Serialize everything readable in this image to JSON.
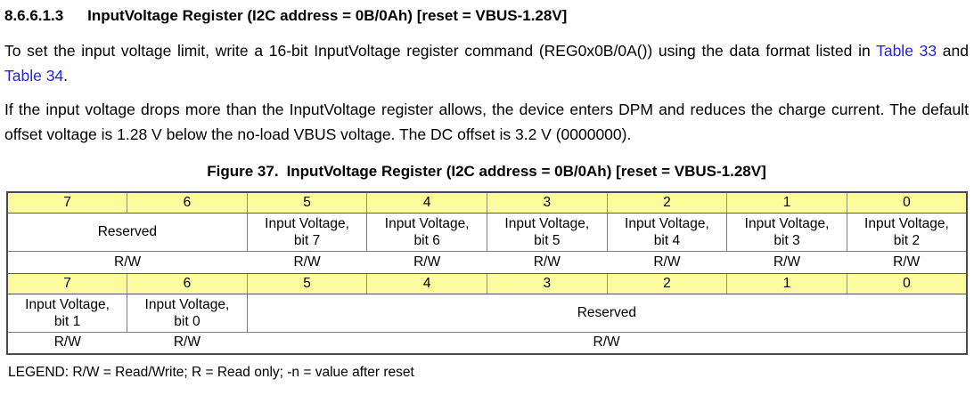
{
  "heading": {
    "number": "8.6.6.1.3",
    "title": "InputVoltage Register (I2C address = 0B/0Ah) [reset = VBUS-1.28V]"
  },
  "paragraph1": {
    "text_before": "To set the input voltage limit, write a 16-bit InputVoltage register command (REG0x0B/0A()) using the data format listed in ",
    "link1": "Table 33",
    "text_between": " and ",
    "link2": "Table 34",
    "text_after": "."
  },
  "paragraph2": "If the input voltage drops more than the InputVoltage register allows, the device enters DPM and reduces the charge current. The default offset voltage is 1.28 V below the no-load VBUS voltage. The DC offset is 3.2 V (0000000).",
  "figure": {
    "number": "Figure 37.",
    "title": "InputVoltage Register (I2C address = 0B/0Ah) [reset = VBUS-1.28V]"
  },
  "register_table": {
    "colors": {
      "header_bg": "#FCFC9F",
      "border": "#7D7D7D",
      "link": "#2222EE"
    },
    "bytes": [
      {
        "bits": [
          "7",
          "6",
          "5",
          "4",
          "3",
          "2",
          "1",
          "0"
        ],
        "fields": [
          {
            "lines": [
              "Reserved"
            ],
            "span": 2,
            "access": "R/W"
          },
          {
            "lines": [
              "Input Voltage,",
              "bit 7"
            ],
            "span": 1,
            "access": "R/W"
          },
          {
            "lines": [
              "Input Voltage,",
              "bit 6"
            ],
            "span": 1,
            "access": "R/W"
          },
          {
            "lines": [
              "Input Voltage,",
              "bit 5"
            ],
            "span": 1,
            "access": "R/W"
          },
          {
            "lines": [
              "Input Voltage,",
              "bit 4"
            ],
            "span": 1,
            "access": "R/W"
          },
          {
            "lines": [
              "Input Voltage,",
              "bit 3"
            ],
            "span": 1,
            "access": "R/W"
          },
          {
            "lines": [
              "Input Voltage,",
              "bit 2"
            ],
            "span": 1,
            "access": "R/W"
          }
        ]
      },
      {
        "bits": [
          "7",
          "6",
          "5",
          "4",
          "3",
          "2",
          "1",
          "0"
        ],
        "fields": [
          {
            "lines": [
              "Input Voltage,",
              "bit 1"
            ],
            "span": 1,
            "access": "R/W"
          },
          {
            "lines": [
              "Input Voltage,",
              "bit 0"
            ],
            "span": 1,
            "access": "R/W"
          },
          {
            "lines": [
              "Reserved"
            ],
            "span": 6,
            "access": "R/W"
          }
        ]
      }
    ]
  },
  "legend": "LEGEND: R/W = Read/Write; R = Read only; -n = value after reset"
}
